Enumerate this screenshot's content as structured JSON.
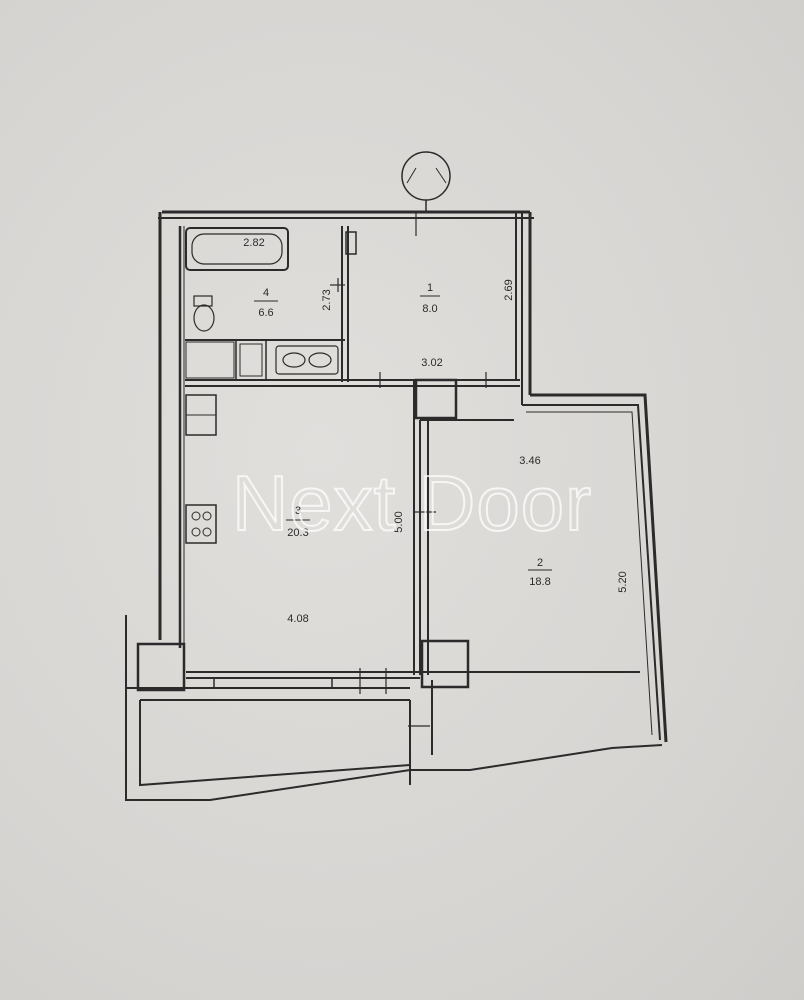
{
  "watermark": {
    "text": "Next Door"
  },
  "rooms": [
    {
      "number": "1",
      "area": "8.0"
    },
    {
      "number": "2",
      "area": "18.8"
    },
    {
      "number": "3",
      "area": "20.3"
    },
    {
      "number": "4",
      "area": "6.6"
    }
  ],
  "dimensions": {
    "bathtub": "2.82",
    "bathroom_height": "2.73",
    "room1_width": "3.02",
    "room1_height": "2.69",
    "room2_width": "3.46",
    "room2_height": "5.20",
    "kitchen_height": "5.00",
    "kitchen_width": "4.08"
  },
  "colors": {
    "line": "#2b2b2b",
    "paper": "#dcdad7",
    "watermark": "#ffffff"
  }
}
